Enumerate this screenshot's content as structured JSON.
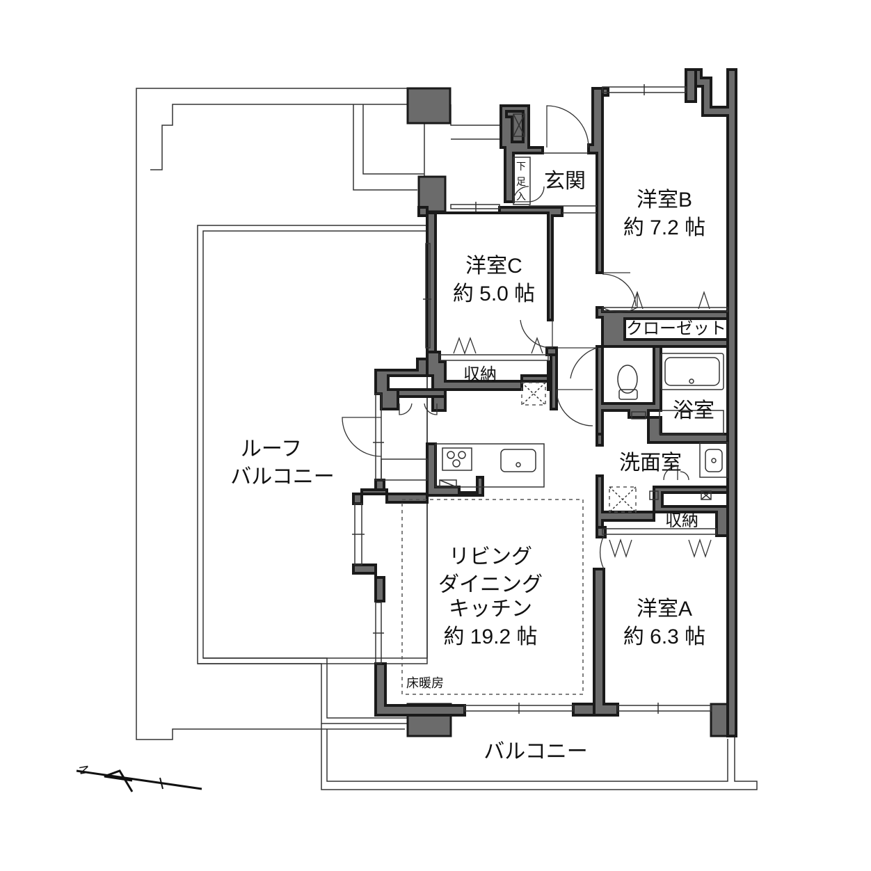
{
  "rooms": {
    "roof_balcony": {
      "line1": "ルーフ",
      "line2": "バルコニー"
    },
    "balcony": {
      "label": "バルコニー"
    },
    "entrance": {
      "label": "玄関"
    },
    "shoe_box": {
      "label": "下足入"
    },
    "room_b": {
      "name": "洋室B",
      "size": "約 7.2 帖"
    },
    "room_c": {
      "name": "洋室C",
      "size": "約 5.0 帖"
    },
    "room_a": {
      "name": "洋室A",
      "size": "約 6.3 帖"
    },
    "closet": {
      "label": "クローゼット"
    },
    "storage_c": {
      "label": "収納"
    },
    "storage_a": {
      "label": "収納"
    },
    "bath": {
      "label": "浴室"
    },
    "washroom": {
      "label": "洗面室"
    },
    "ldk": {
      "line1": "リビング",
      "line2": "ダイニング",
      "line3": "キッチン",
      "size": "約 19.2 帖"
    },
    "floor_heating": {
      "label": "床暖房"
    }
  },
  "compass": {
    "label": "N"
  }
}
